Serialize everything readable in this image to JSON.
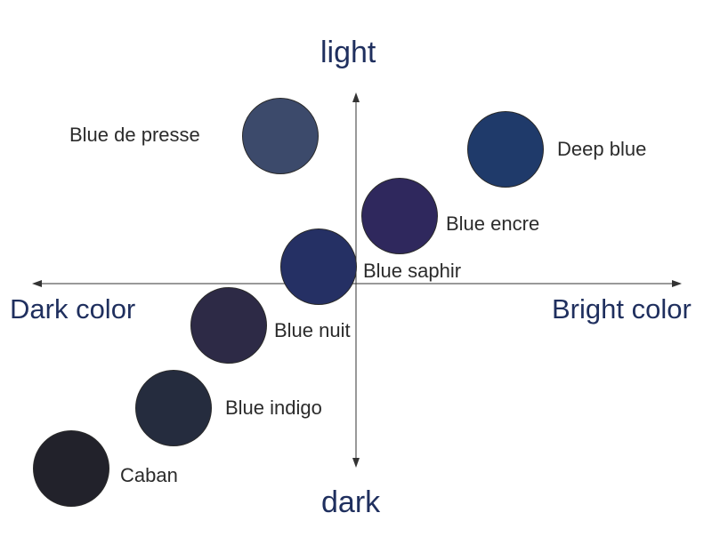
{
  "axes": {
    "top": "light",
    "bottom": "dark",
    "left": "Dark color",
    "right": "Bright color"
  },
  "swatches": [
    {
      "label": "Blue de presse",
      "color": "#3c4a6b"
    },
    {
      "label": "Deep blue",
      "color": "#1f3a6a"
    },
    {
      "label": "Blue encre",
      "color": "#2f285d"
    },
    {
      "label": "Blue saphir",
      "color": "#253064"
    },
    {
      "label": "Blue nuit",
      "color": "#2d2a46"
    },
    {
      "label": "Blue indigo",
      "color": "#252c3e"
    },
    {
      "label": "Caban",
      "color": "#22222b"
    }
  ]
}
